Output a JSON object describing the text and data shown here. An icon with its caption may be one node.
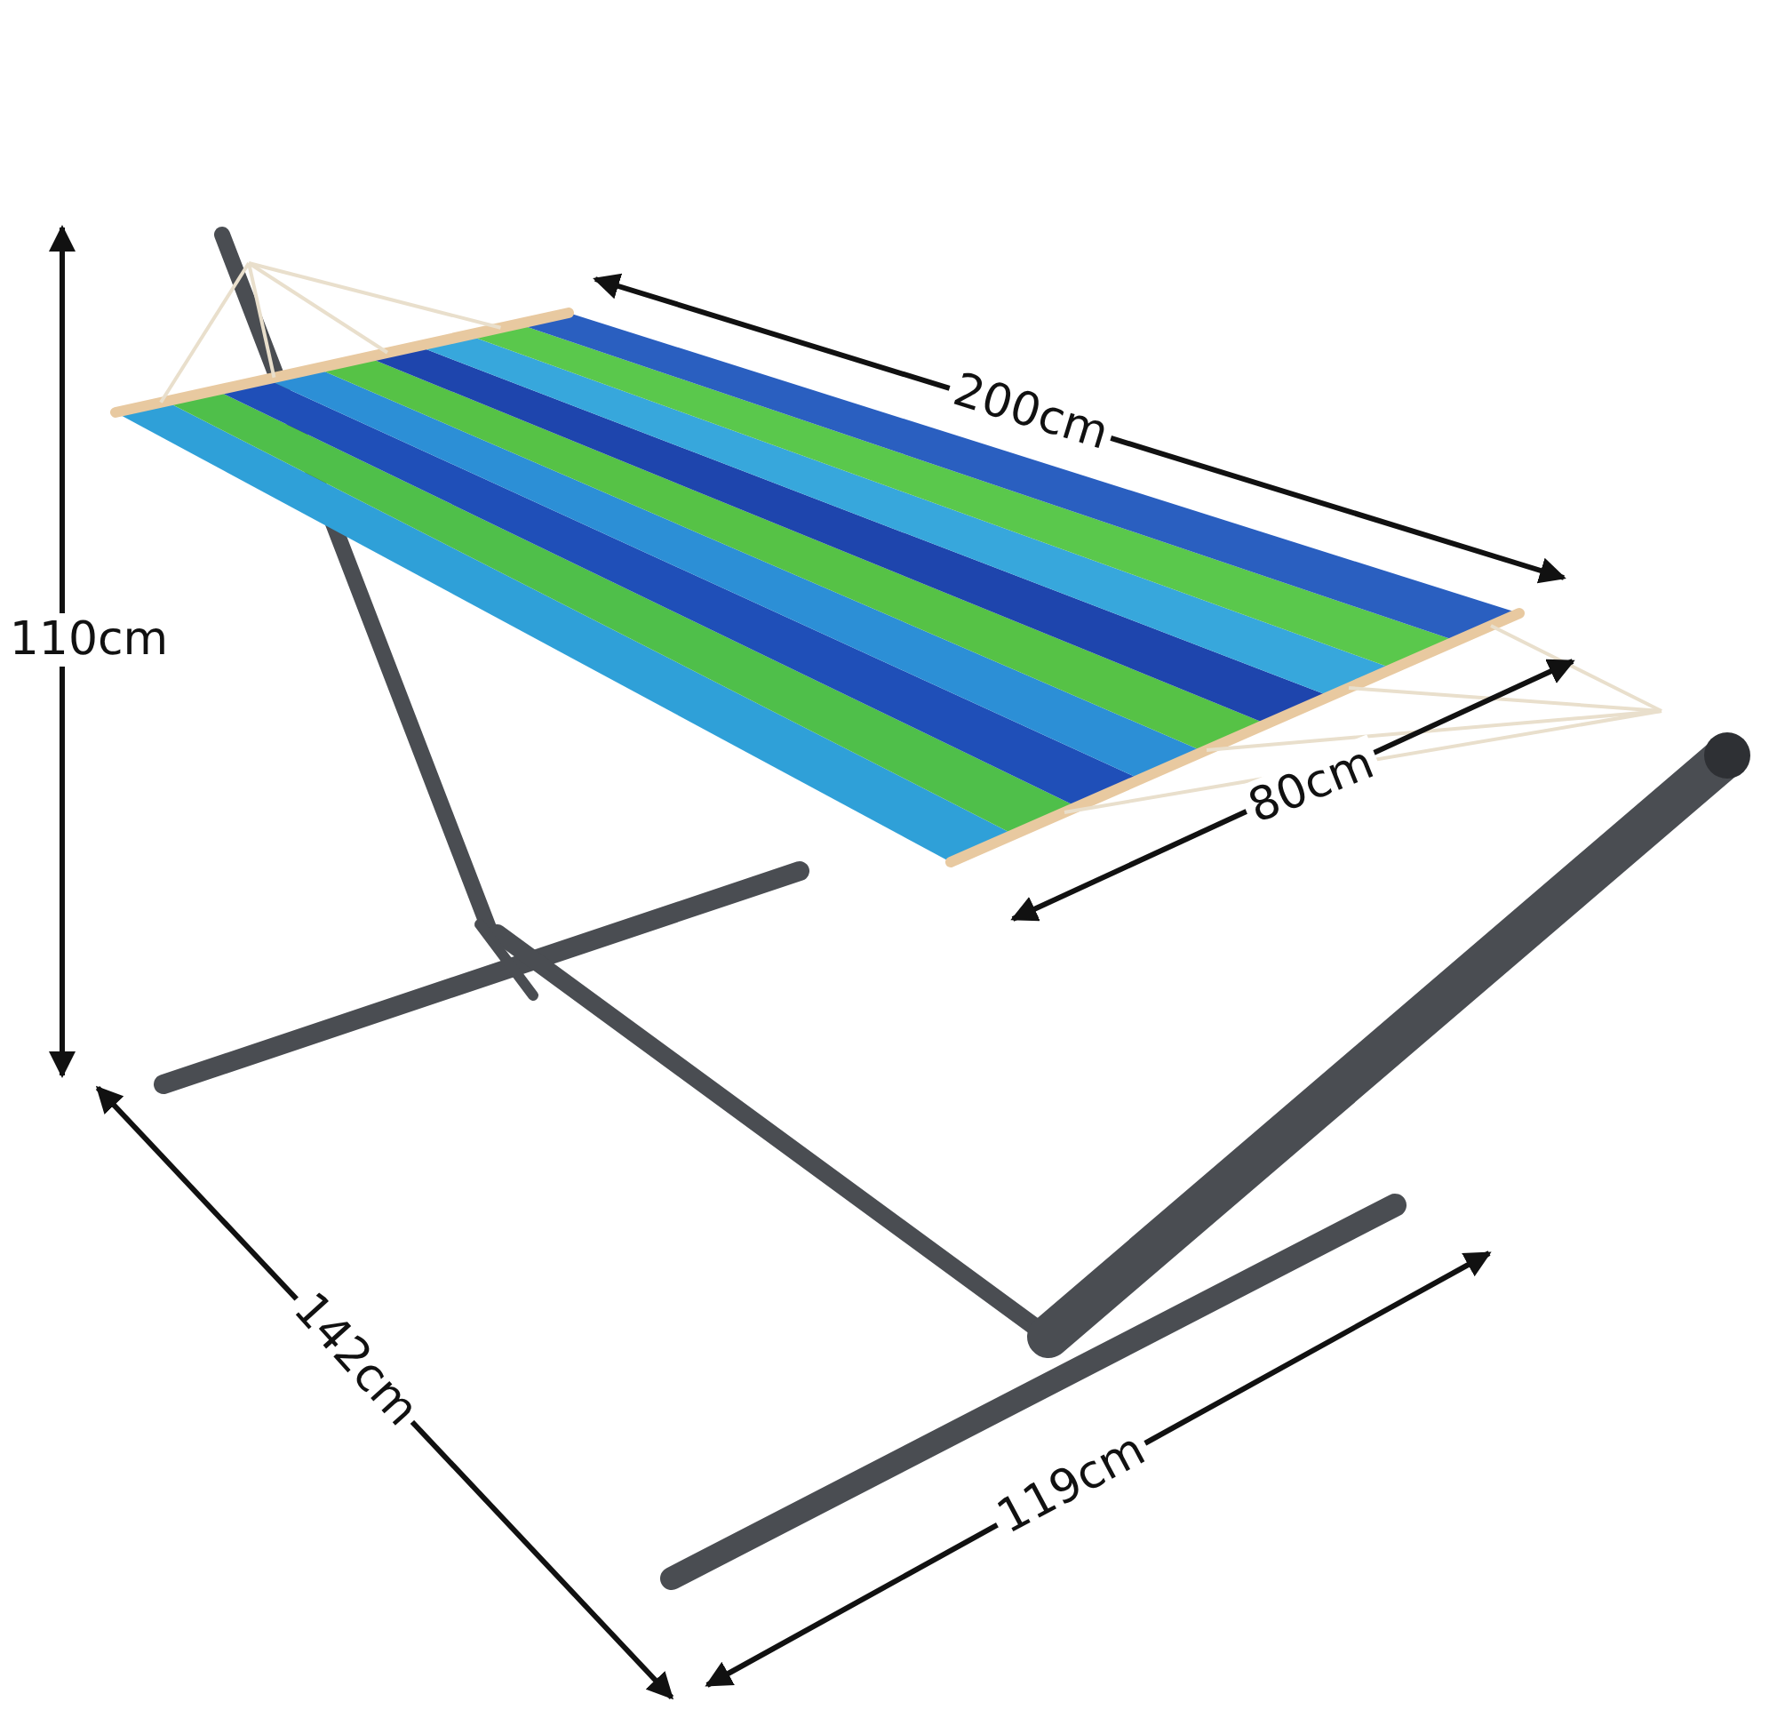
{
  "diagram": {
    "labels": [
      "110cm",
      "200cm",
      "80cm",
      "142cm",
      "119cm"
    ]
  }
}
